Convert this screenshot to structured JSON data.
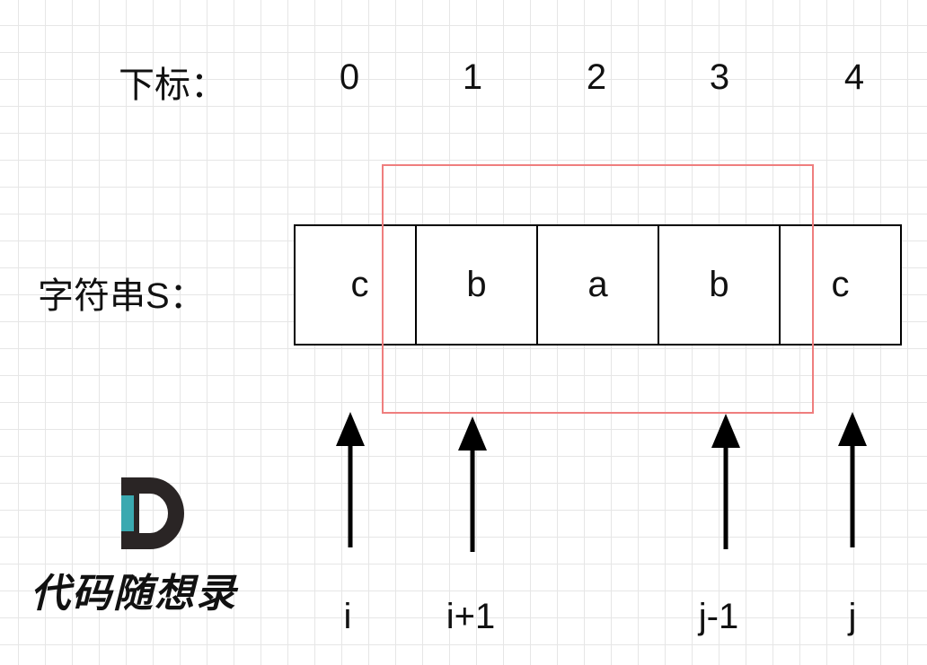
{
  "labels": {
    "index_row": "下标：",
    "string_row": "字符串S："
  },
  "indices": [
    "0",
    "1",
    "2",
    "3",
    "4"
  ],
  "characters": [
    "c",
    "b",
    "a",
    "b",
    "c"
  ],
  "pointers": [
    "i",
    "i+1",
    "j-1",
    "j"
  ],
  "logo": {
    "text": "代码随想录"
  },
  "colors": {
    "highlight_window": "#ef7e7e",
    "logo_teal": "#3aa9b0",
    "logo_dark": "#2a2525"
  }
}
